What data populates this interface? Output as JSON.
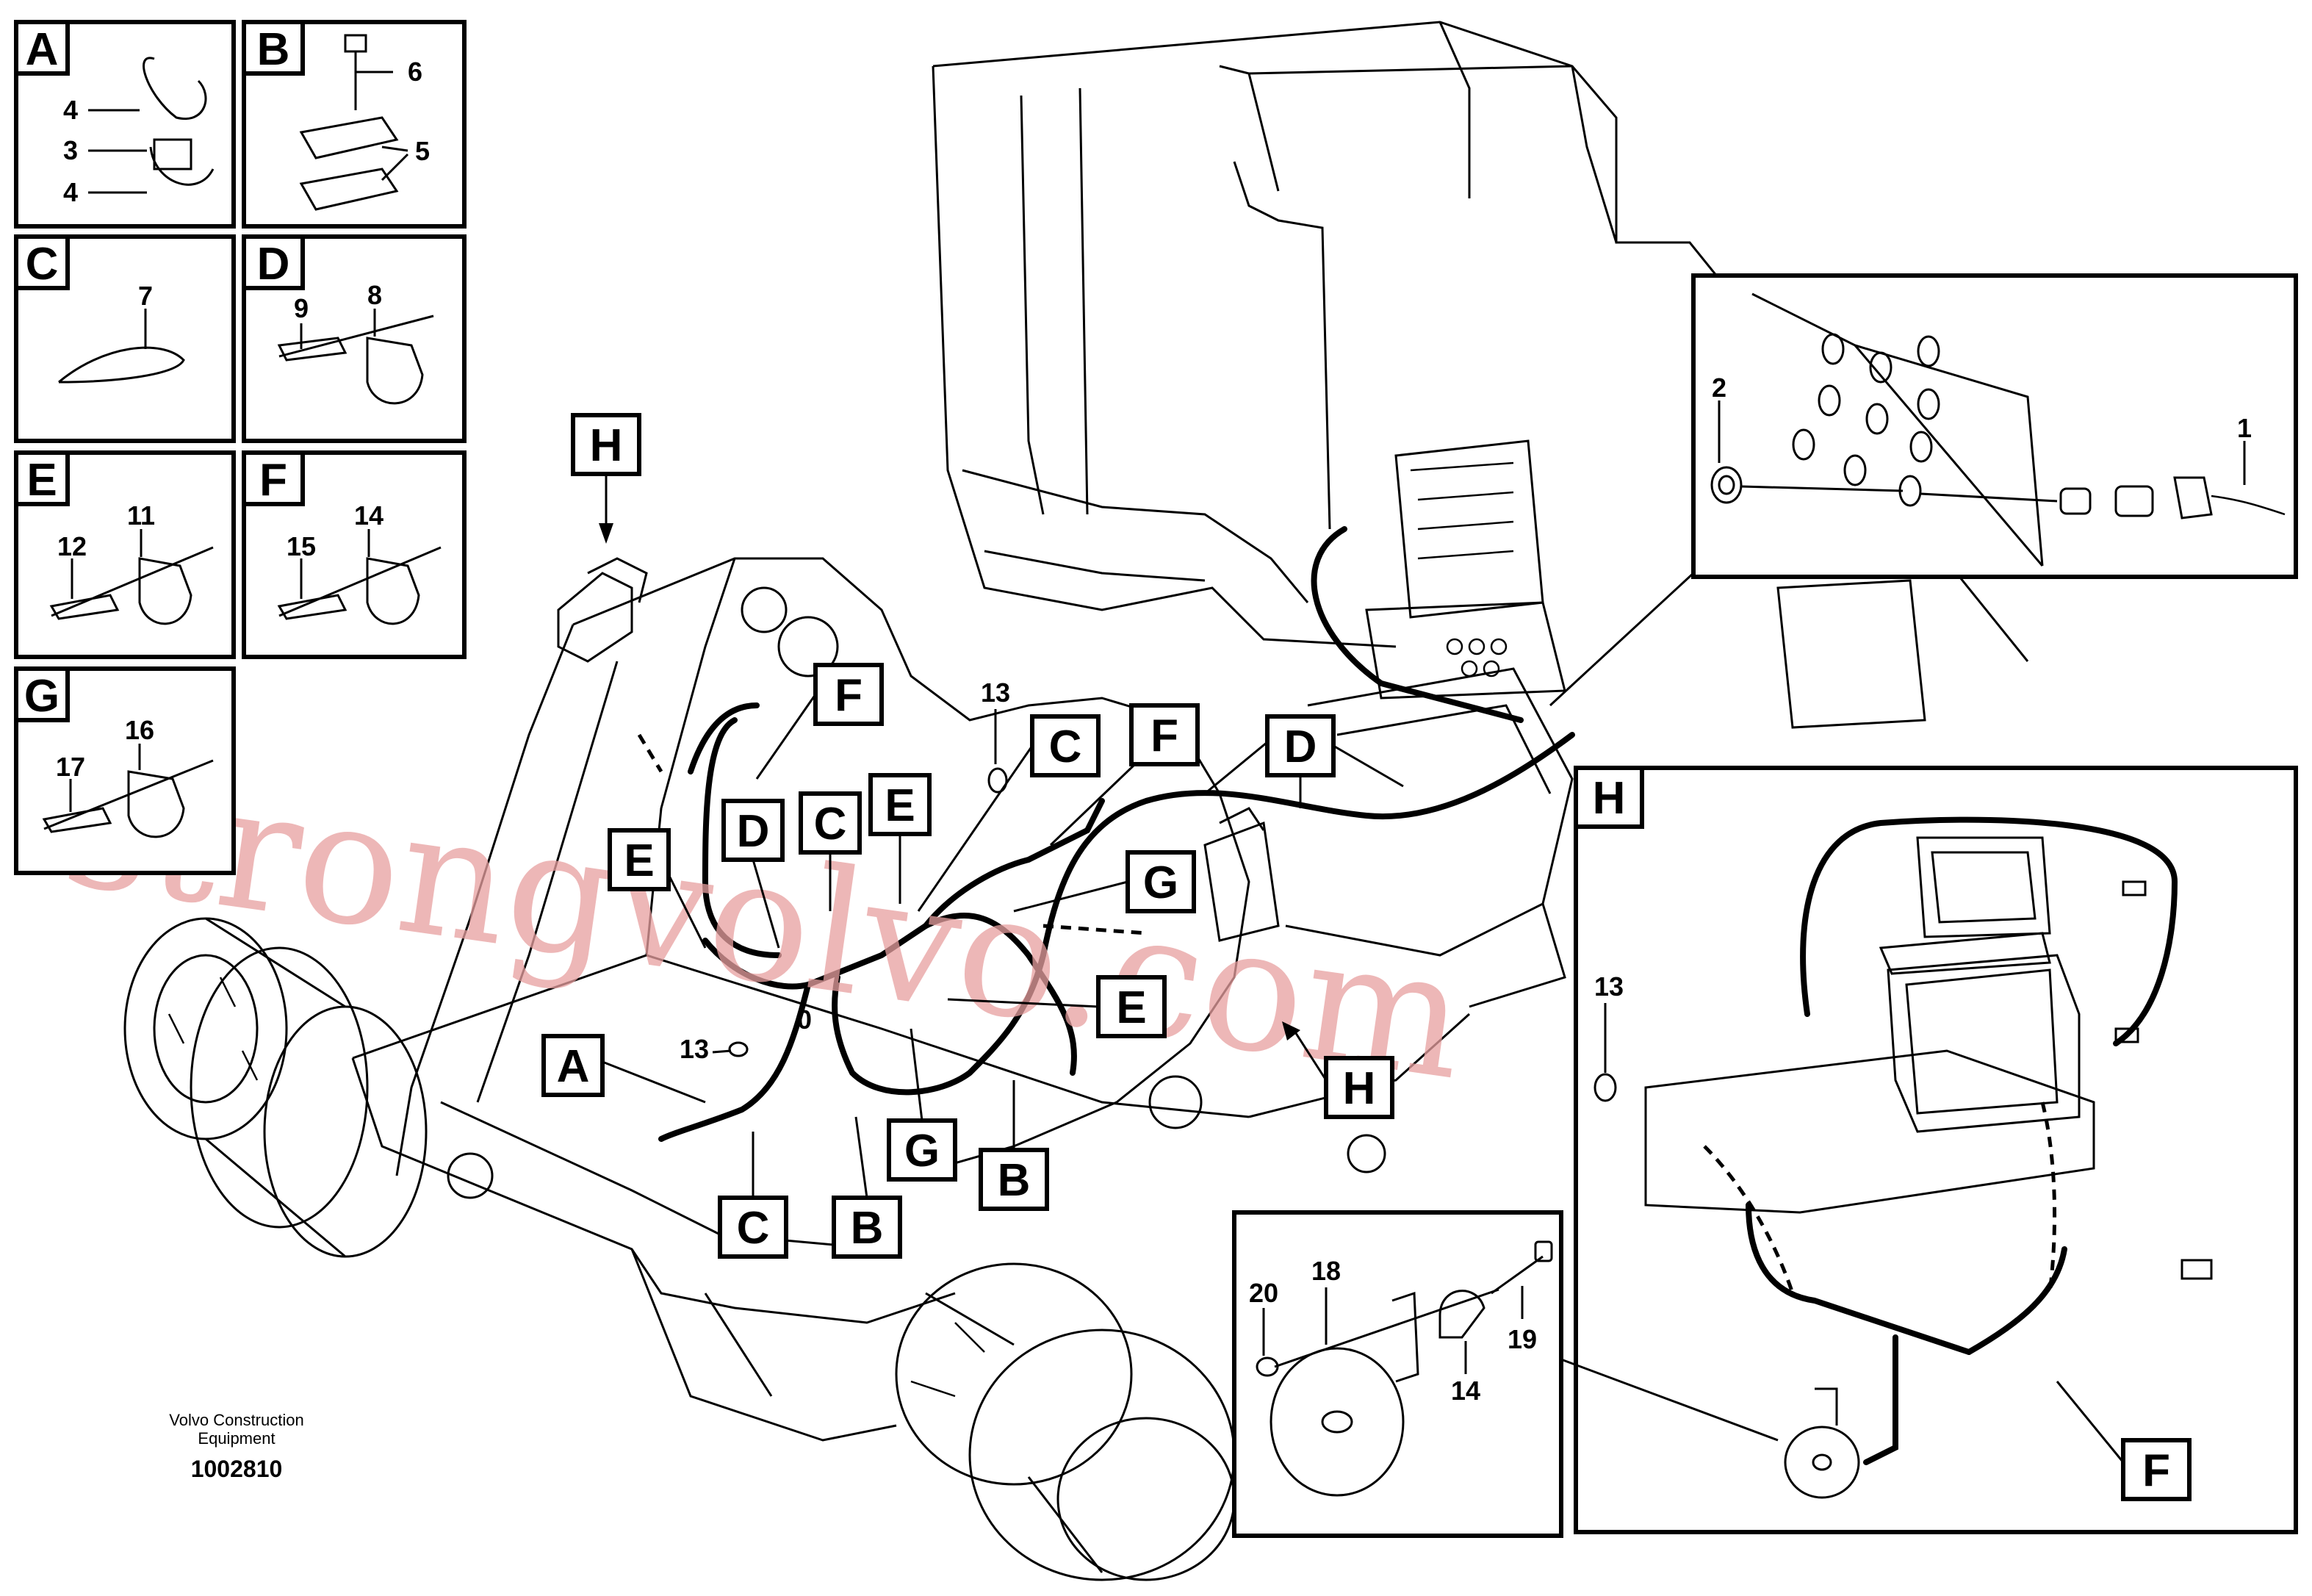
{
  "detail_panels": [
    {
      "letter": "A",
      "parts": [
        "4",
        "3",
        "4"
      ]
    },
    {
      "letter": "B",
      "parts": [
        "6",
        "5"
      ]
    },
    {
      "letter": "C",
      "parts": [
        "7"
      ]
    },
    {
      "letter": "D",
      "parts": [
        "9",
        "8"
      ]
    },
    {
      "letter": "E",
      "parts": [
        "12",
        "11"
      ]
    },
    {
      "letter": "F",
      "parts": [
        "15",
        "14"
      ]
    },
    {
      "letter": "G",
      "parts": [
        "17",
        "16"
      ]
    }
  ],
  "main_callouts": {
    "h_top": "H",
    "f_left": "F",
    "c_mid": "C",
    "f_mid": "F",
    "d_right": "D",
    "e_upper": "E",
    "d_left": "D",
    "c_left": "C",
    "e_left": "E",
    "g_right": "G",
    "e_right": "E",
    "h_right": "H",
    "a_lower": "A",
    "c_lower": "C",
    "b_lower": "B",
    "g_lower": "G",
    "b_right": "B",
    "part_13_top": "13",
    "part_13_lower": "13",
    "part_0": "0"
  },
  "connector_detail": {
    "parts": [
      "2",
      "1"
    ]
  },
  "horn_detail": {
    "parts": [
      "20",
      "18",
      "19",
      "14"
    ]
  },
  "h_detail": {
    "letter": "H",
    "part": "13",
    "f_label": "F"
  },
  "watermark": "strongvolvo.com",
  "footer": {
    "line1": "Volvo Construction",
    "line2": "Equipment",
    "drawing_number": "1002810"
  }
}
